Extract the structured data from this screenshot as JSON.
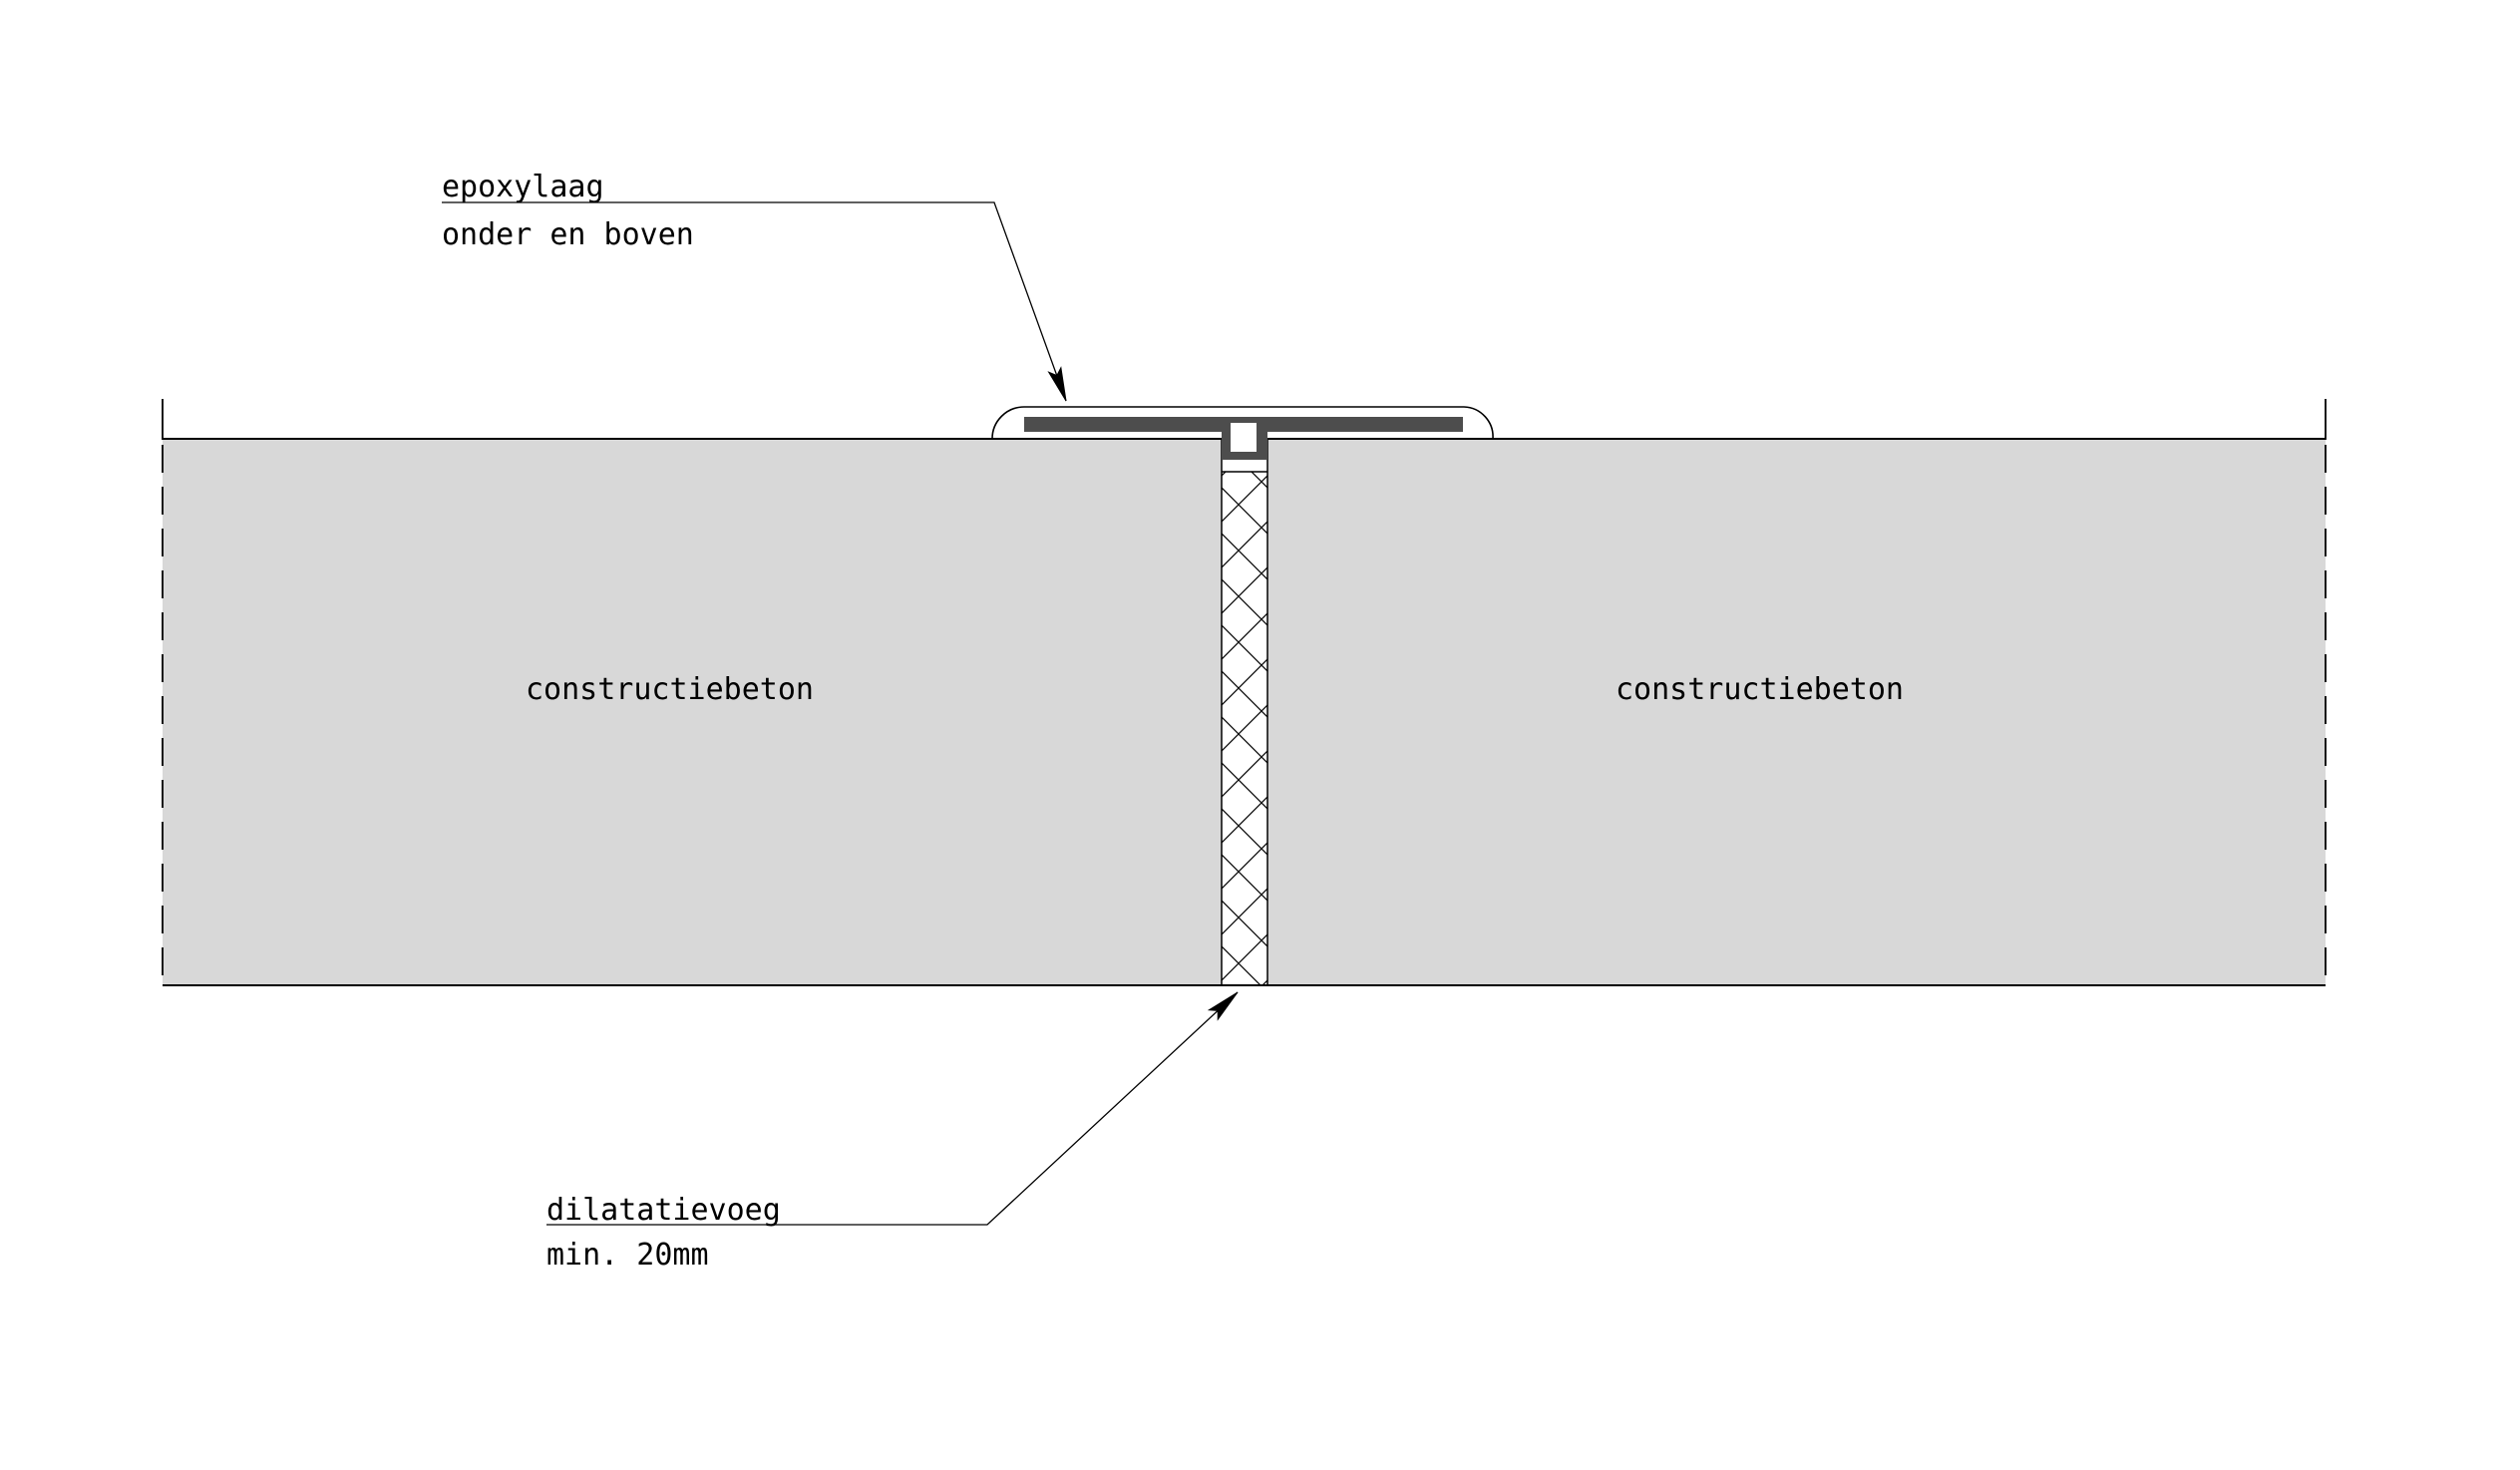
{
  "labels": {
    "epoxy_line1": "epoxylaag",
    "epoxy_line2": "onder en boven",
    "material_left": "constructiebeton",
    "material_right": "constructiebeton",
    "joint_line1": "dilatatievoeg",
    "joint_line2": "min. 20mm"
  },
  "colors": {
    "background": "#ffffff",
    "concrete_fill": "#d8d8d8",
    "profile_fill": "#4d4d4d",
    "line": "#000000"
  }
}
